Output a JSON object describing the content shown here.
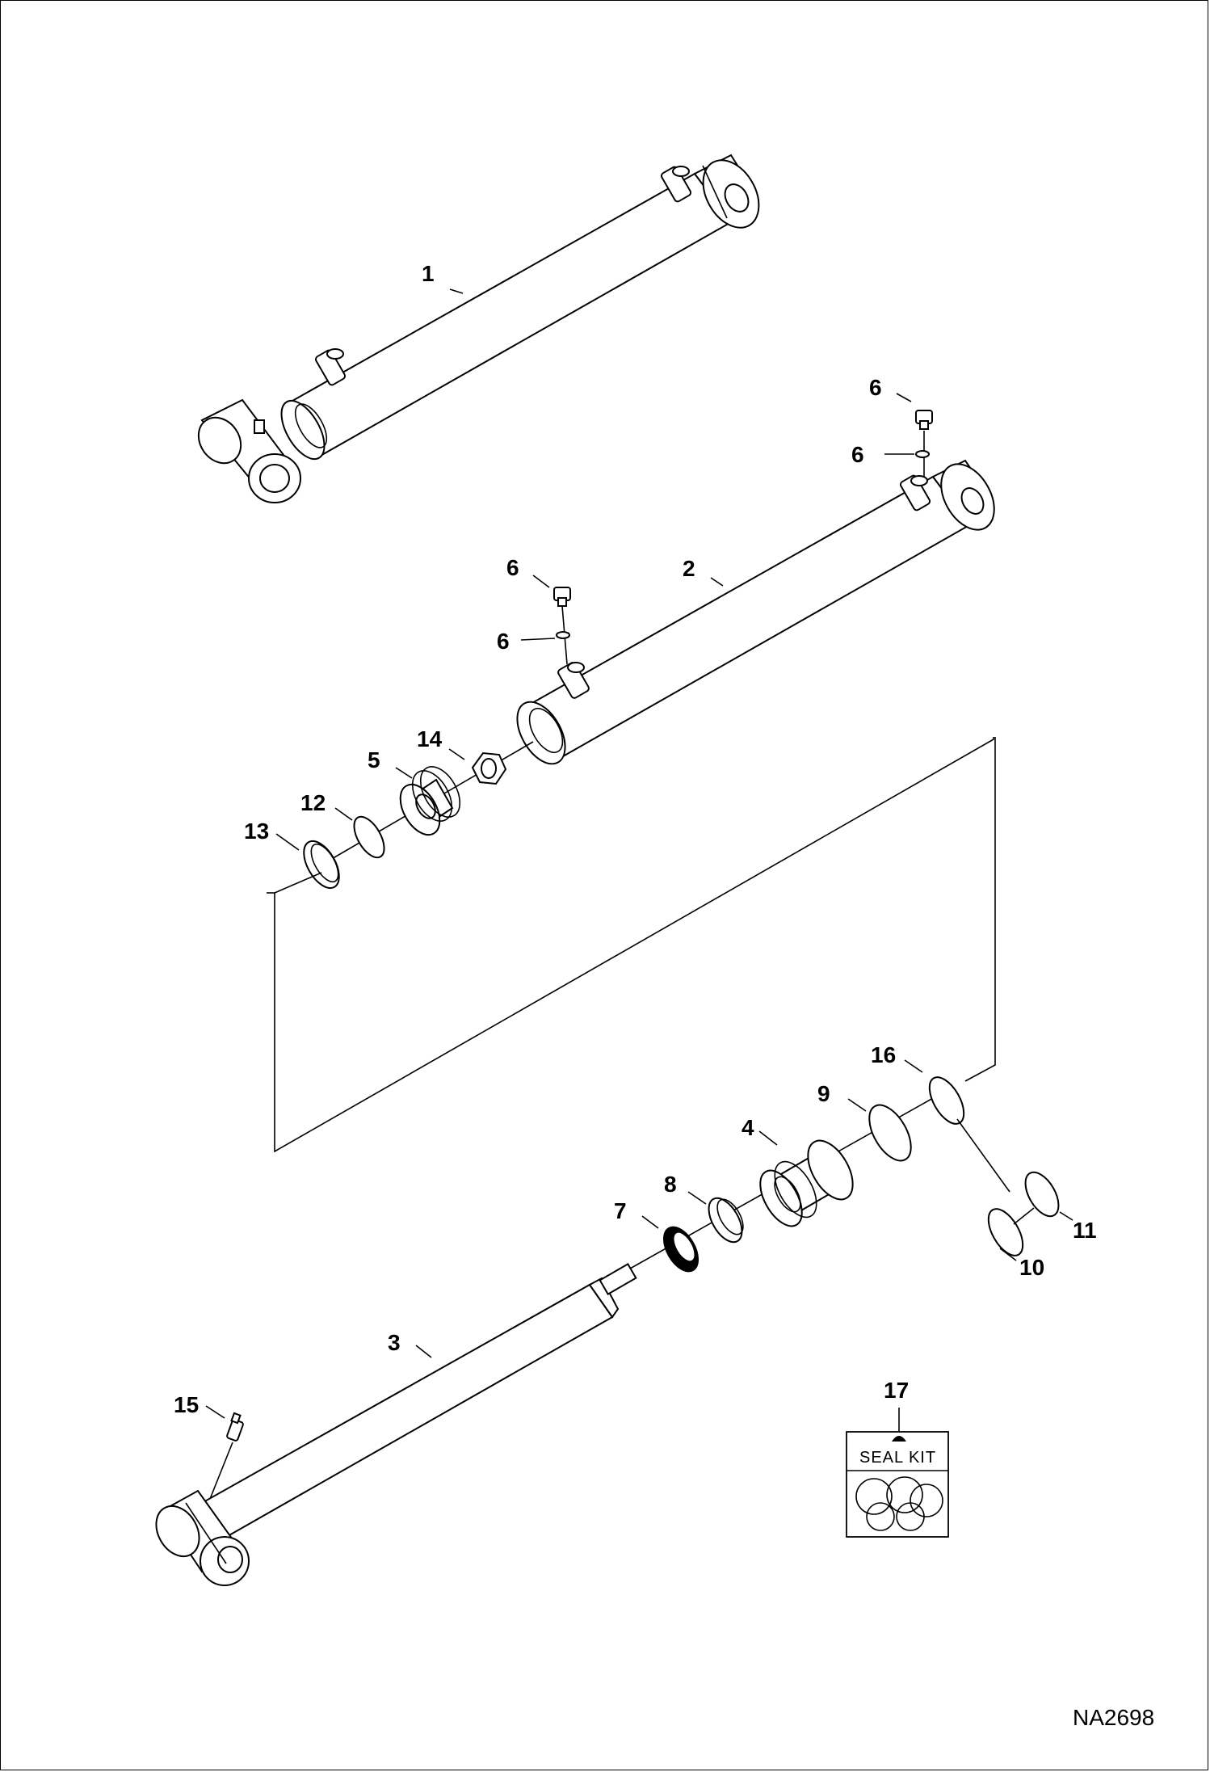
{
  "diagram": {
    "callouts": [
      {
        "id": "c1",
        "text": "1"
      },
      {
        "id": "c2",
        "text": "2"
      },
      {
        "id": "c3",
        "text": "3"
      },
      {
        "id": "c4",
        "text": "4"
      },
      {
        "id": "c5",
        "text": "5"
      },
      {
        "id": "c6a",
        "text": "6"
      },
      {
        "id": "c6b",
        "text": "6"
      },
      {
        "id": "c6c",
        "text": "6"
      },
      {
        "id": "c6d",
        "text": "6"
      },
      {
        "id": "c7",
        "text": "7"
      },
      {
        "id": "c8",
        "text": "8"
      },
      {
        "id": "c9",
        "text": "9"
      },
      {
        "id": "c10",
        "text": "10"
      },
      {
        "id": "c11",
        "text": "11"
      },
      {
        "id": "c12",
        "text": "12"
      },
      {
        "id": "c13",
        "text": "13"
      },
      {
        "id": "c14",
        "text": "14"
      },
      {
        "id": "c15",
        "text": "15"
      },
      {
        "id": "c16",
        "text": "16"
      },
      {
        "id": "c17",
        "text": "17"
      }
    ],
    "seal_kit_label": "SEAL KIT",
    "figure_ref": "NA2698"
  }
}
